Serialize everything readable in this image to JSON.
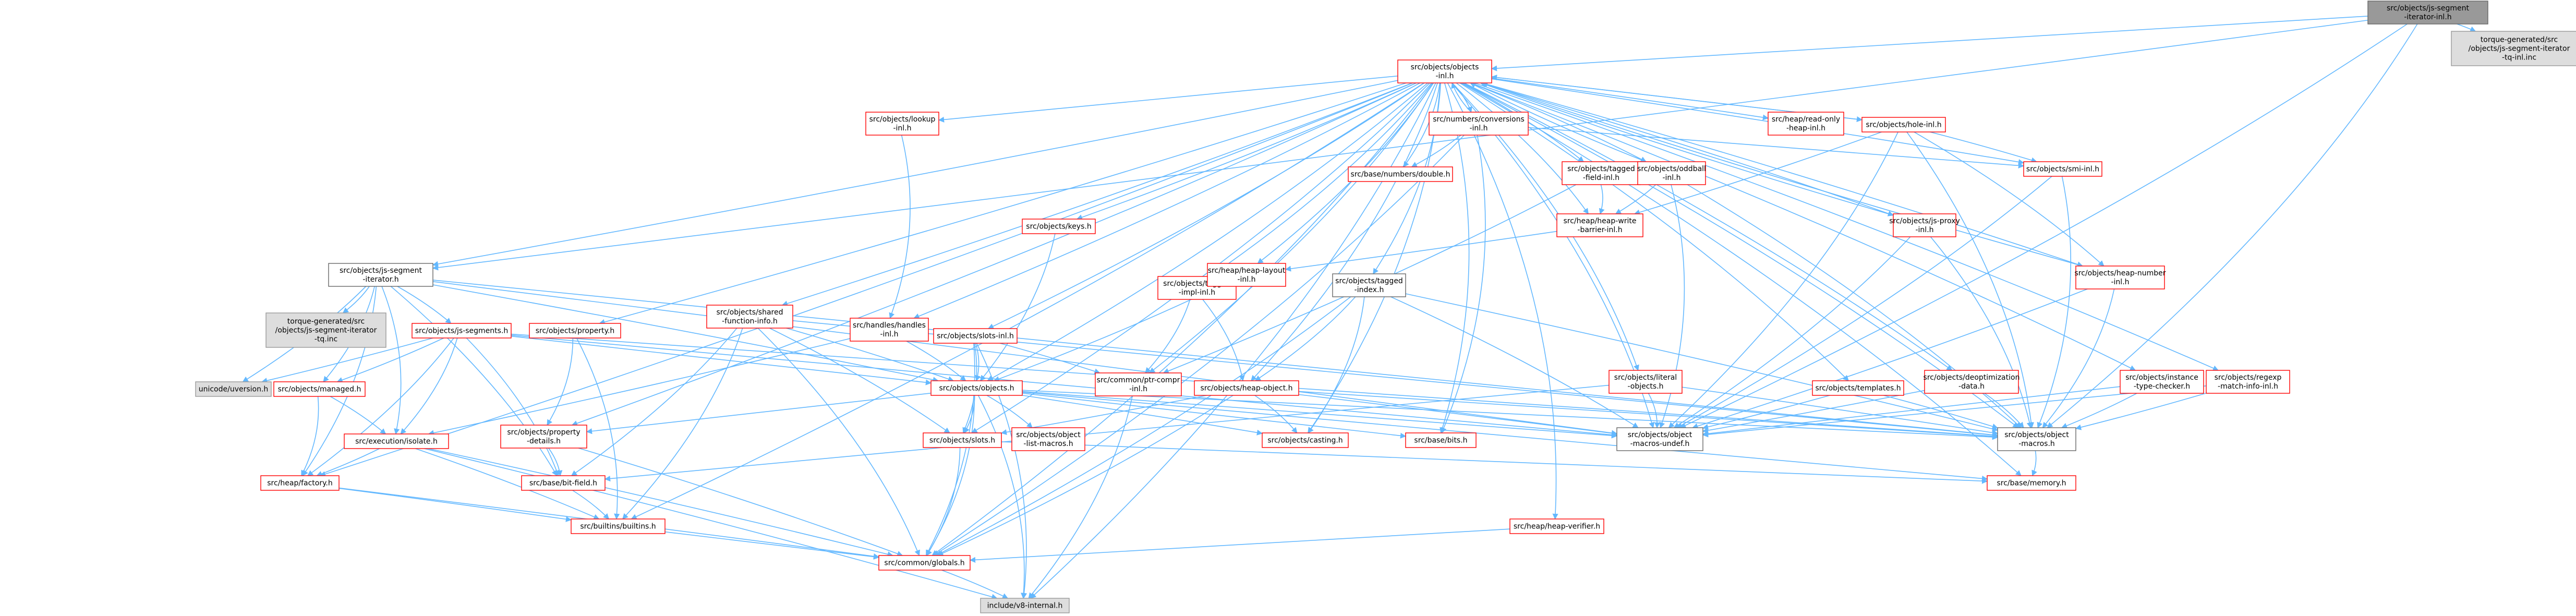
{
  "colors": {
    "edge": "#63b8ff",
    "red_border": "#ff0000",
    "gray_border": "#999999",
    "gray_fill": "#dddddd",
    "root_fill": "#999999",
    "node_fill": "#ffffff",
    "text": "#000000"
  },
  "nodes": [
    {
      "id": "root",
      "lines": [
        "src/objects/js-segment",
        "-iterator-inl.h"
      ],
      "style": "root"
    },
    {
      "id": "tq_inc_top",
      "lines": [
        "torque-generated/src",
        "/objects/js-segment-iterator",
        "-tq-inl.inc"
      ],
      "style": "gray"
    },
    {
      "id": "objects_inl",
      "lines": [
        "src/objects/objects",
        "-inl.h"
      ],
      "style": "red"
    },
    {
      "id": "js_seg_iter",
      "lines": [
        "src/objects/js-segment",
        "-iterator.h"
      ],
      "style": "black"
    },
    {
      "id": "tq_inc_left",
      "lines": [
        "torque-generated/src",
        "/objects/js-segment-iterator",
        "-tq.inc"
      ],
      "style": "gray"
    },
    {
      "id": "js_segments",
      "lines": [
        "src/objects/js-segments.h"
      ],
      "style": "red"
    },
    {
      "id": "unicode",
      "lines": [
        "unicode/uversion.h"
      ],
      "style": "gray"
    },
    {
      "id": "managed",
      "lines": [
        "src/objects/managed.h"
      ],
      "style": "red"
    },
    {
      "id": "isolate",
      "lines": [
        "src/execution/isolate.h"
      ],
      "style": "red"
    },
    {
      "id": "factory",
      "lines": [
        "src/heap/factory.h"
      ],
      "style": "red"
    },
    {
      "id": "prop_h",
      "lines": [
        "src/objects/property.h"
      ],
      "style": "red"
    },
    {
      "id": "prop_details",
      "lines": [
        "src/objects/property",
        "-details.h"
      ],
      "style": "red"
    },
    {
      "id": "bit_field",
      "lines": [
        "src/base/bit-field.h"
      ],
      "style": "red"
    },
    {
      "id": "builtins",
      "lines": [
        "src/builtins/builtins.h"
      ],
      "style": "red"
    },
    {
      "id": "globals",
      "lines": [
        "src/common/globals.h"
      ],
      "style": "red"
    },
    {
      "id": "v8_internal",
      "lines": [
        "include/v8-internal.h"
      ],
      "style": "gray"
    },
    {
      "id": "shared_fn",
      "lines": [
        "src/objects/shared",
        "-function-info.h"
      ],
      "style": "red"
    },
    {
      "id": "handles_inl",
      "lines": [
        "src/handles/handles",
        "-inl.h"
      ],
      "style": "red"
    },
    {
      "id": "lookup_inl",
      "lines": [
        "src/objects/lookup",
        "-inl.h"
      ],
      "style": "red"
    },
    {
      "id": "slots_inl",
      "lines": [
        "src/objects/slots-inl.h"
      ],
      "style": "red"
    },
    {
      "id": "objects_h",
      "lines": [
        "src/objects/objects.h"
      ],
      "style": "red"
    },
    {
      "id": "slots_h",
      "lines": [
        "src/objects/slots.h"
      ],
      "style": "red"
    },
    {
      "id": "obj_list_macros",
      "lines": [
        "src/objects/object",
        "-list-macros.h"
      ],
      "style": "red"
    },
    {
      "id": "keys_h",
      "lines": [
        "src/objects/keys.h"
      ],
      "style": "red"
    },
    {
      "id": "tagged_impl_inl",
      "lines": [
        "src/objects/tagged",
        "-impl-inl.h"
      ],
      "style": "red"
    },
    {
      "id": "ptr_compr_inl",
      "lines": [
        "src/common/ptr-compr",
        "-inl.h"
      ],
      "style": "red"
    },
    {
      "id": "heap_object",
      "lines": [
        "src/objects/heap-object.h"
      ],
      "style": "red"
    },
    {
      "id": "heap_layout_inl",
      "lines": [
        "src/heap/heap-layout",
        "-inl.h"
      ],
      "style": "red"
    },
    {
      "id": "tagged_index",
      "lines": [
        "src/objects/tagged",
        "-index.h"
      ],
      "style": "black"
    },
    {
      "id": "casting",
      "lines": [
        "src/objects/casting.h"
      ],
      "style": "red"
    },
    {
      "id": "base_bits",
      "lines": [
        "src/base/bits.h"
      ],
      "style": "red"
    },
    {
      "id": "obj_macros_undef",
      "lines": [
        "src/objects/object",
        "-macros-undef.h"
      ],
      "style": "black"
    },
    {
      "id": "obj_macros",
      "lines": [
        "src/objects/object",
        "-macros.h"
      ],
      "style": "black"
    },
    {
      "id": "base_memory",
      "lines": [
        "src/base/memory.h"
      ],
      "style": "red"
    },
    {
      "id": "conversions_inl",
      "lines": [
        "src/numbers/conversions",
        "-inl.h"
      ],
      "style": "red"
    },
    {
      "id": "base_double",
      "lines": [
        "src/base/numbers/double.h"
      ],
      "style": "red"
    },
    {
      "id": "tagged_field_inl",
      "lines": [
        "src/objects/tagged",
        "-field-inl.h"
      ],
      "style": "red"
    },
    {
      "id": "oddball_inl",
      "lines": [
        "src/objects/oddball",
        "-inl.h"
      ],
      "style": "red"
    },
    {
      "id": "write_barrier",
      "lines": [
        "src/heap/heap-write",
        "-barrier-inl.h"
      ],
      "style": "red"
    },
    {
      "id": "read_only_heap",
      "lines": [
        "src/heap/read-only",
        "-heap-inl.h"
      ],
      "style": "red"
    },
    {
      "id": "hole_inl",
      "lines": [
        "src/objects/hole-inl.h"
      ],
      "style": "red"
    },
    {
      "id": "smi_inl",
      "lines": [
        "src/objects/smi-inl.h"
      ],
      "style": "red"
    },
    {
      "id": "js_proxy_inl",
      "lines": [
        "src/objects/js-proxy",
        "-inl.h"
      ],
      "style": "red"
    },
    {
      "id": "heap_number_inl",
      "lines": [
        "src/objects/heap-number",
        "-inl.h"
      ],
      "style": "red"
    },
    {
      "id": "literal_objects",
      "lines": [
        "src/objects/literal",
        "-objects.h"
      ],
      "style": "red"
    },
    {
      "id": "templates_h",
      "lines": [
        "src/objects/templates.h"
      ],
      "style": "red"
    },
    {
      "id": "deopt_data",
      "lines": [
        "src/objects/deoptimization",
        "-data.h"
      ],
      "style": "red"
    },
    {
      "id": "instance_type_checker",
      "lines": [
        "src/objects/instance",
        "-type-checker.h"
      ],
      "style": "red"
    },
    {
      "id": "regexp_match",
      "lines": [
        "src/objects/regexp",
        "-match-info-inl.h"
      ],
      "style": "red"
    },
    {
      "id": "heap_verifier",
      "lines": [
        "src/heap/heap-verifier.h"
      ],
      "style": "red"
    }
  ]
}
